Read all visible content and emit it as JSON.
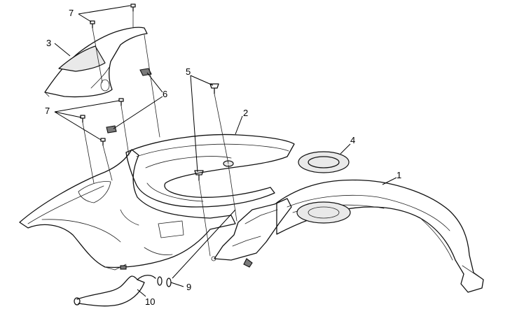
{
  "callouts": [
    {
      "id": "c7a",
      "text": "7"
    },
    {
      "id": "c3",
      "text": "3"
    },
    {
      "id": "c5",
      "text": "5"
    },
    {
      "id": "c6",
      "text": "6"
    },
    {
      "id": "c2",
      "text": "2"
    },
    {
      "id": "c7b",
      "text": "7"
    },
    {
      "id": "c4",
      "text": "4"
    },
    {
      "id": "c1",
      "text": "1"
    },
    {
      "id": "c9",
      "text": "9"
    },
    {
      "id": "c10",
      "text": "10"
    }
  ]
}
